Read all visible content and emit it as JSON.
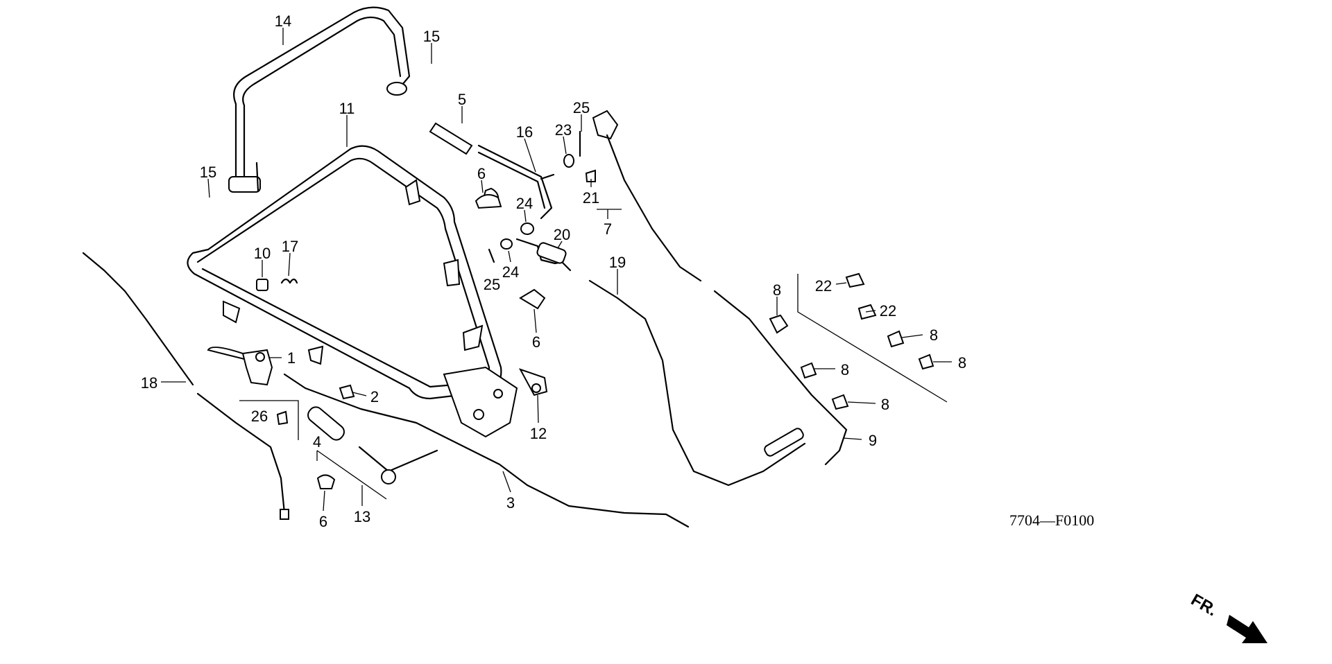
{
  "diagram": {
    "code": "7704—F0100",
    "direction_label": "FR.",
    "callouts": [
      "14",
      "15",
      "15",
      "11",
      "5",
      "16",
      "23",
      "25",
      "21",
      "7",
      "6",
      "24",
      "20",
      "24",
      "25",
      "10",
      "17",
      "19",
      "6",
      "8",
      "22",
      "22",
      "8",
      "8",
      "8",
      "8",
      "9",
      "1",
      "2",
      "18",
      "26",
      "4",
      "12",
      "13",
      "6",
      "3"
    ]
  }
}
